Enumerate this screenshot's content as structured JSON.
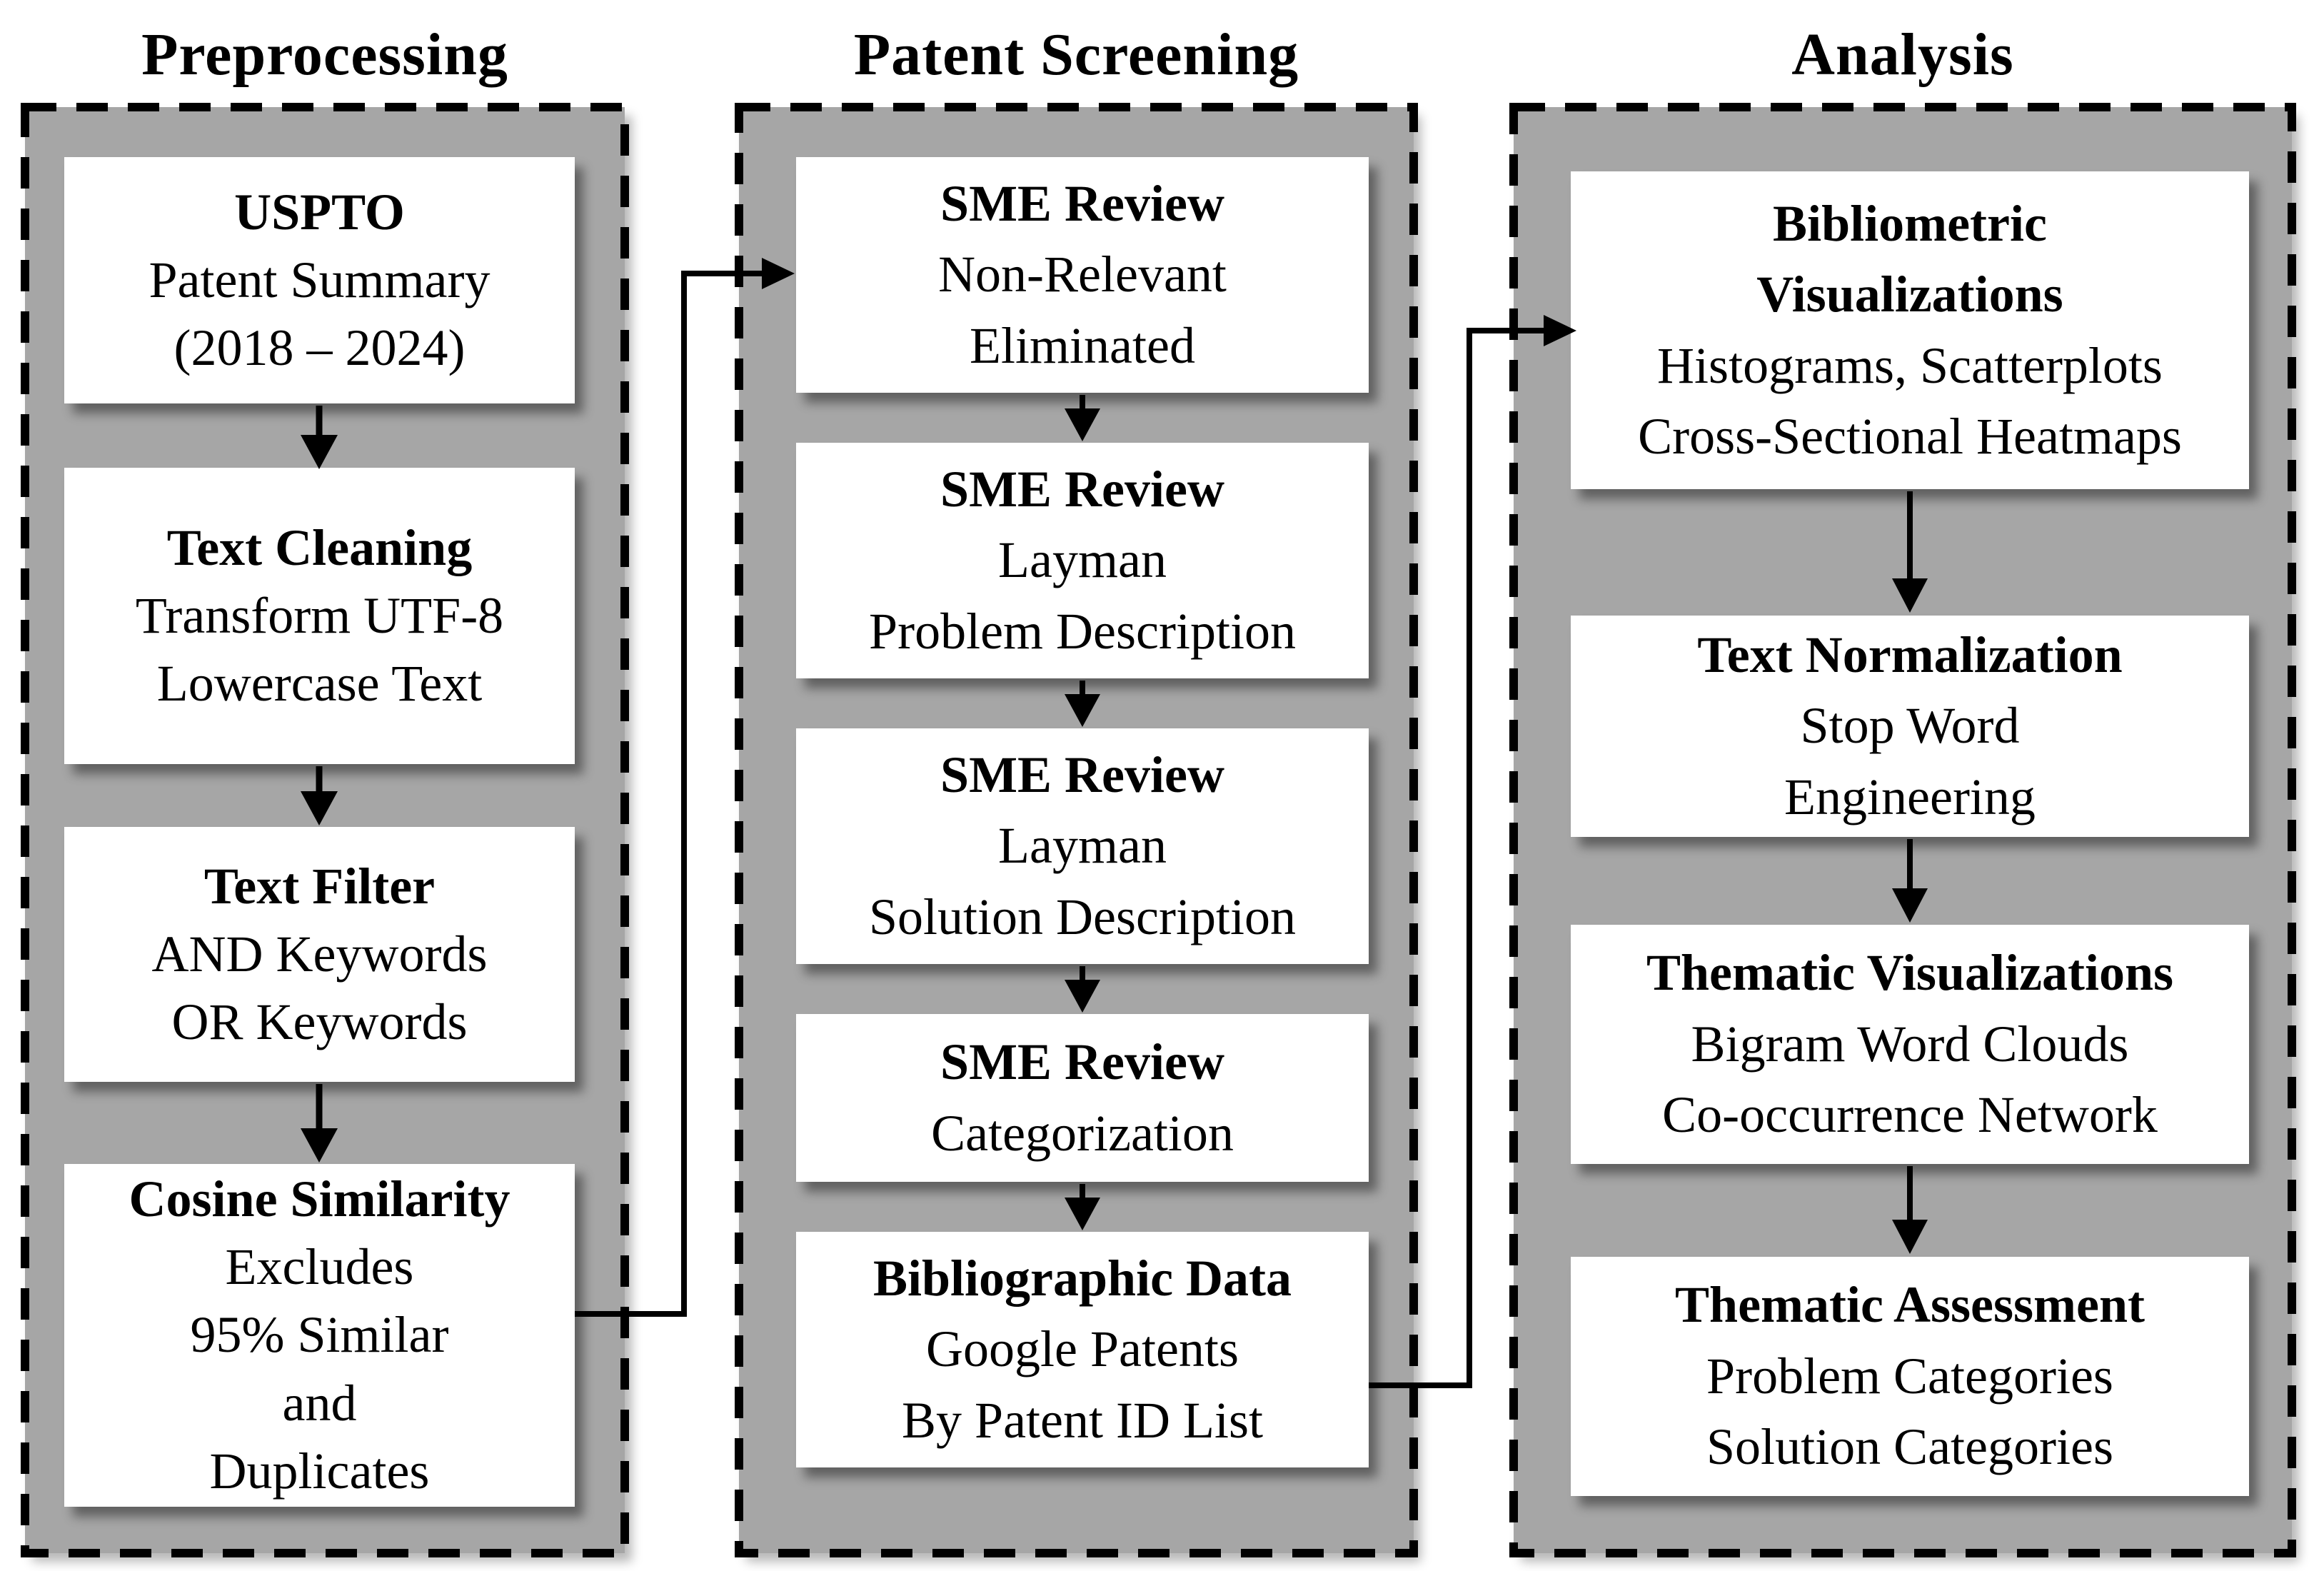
{
  "colors": {
    "container_fill": "#a6a6a6",
    "box_fill": "#ffffff",
    "line_color": "#000000",
    "page_background": "#ffffff"
  },
  "columns": [
    {
      "title": "Preprocessing",
      "boxes": [
        {
          "lines": [
            "USPTO",
            "Patent Summary",
            "(2018 – 2024)"
          ]
        },
        {
          "lines": [
            "Text Cleaning",
            "Transform UTF-8",
            "Lowercase Text"
          ]
        },
        {
          "lines": [
            "Text Filter",
            "AND Keywords",
            "OR Keywords"
          ]
        },
        {
          "lines": [
            "Cosine Similarity",
            "Excludes",
            "95% Similar",
            "and",
            "Duplicates"
          ]
        }
      ]
    },
    {
      "title": "Patent Screening",
      "boxes": [
        {
          "lines": [
            "SME Review",
            "Non-Relevant",
            "Eliminated"
          ]
        },
        {
          "lines": [
            "SME Review",
            "Layman",
            "Problem Description"
          ]
        },
        {
          "lines": [
            "SME Review",
            "Layman",
            "Solution Description"
          ]
        },
        {
          "lines": [
            "SME Review",
            "Categorization"
          ]
        },
        {
          "lines": [
            "Bibliographic Data",
            "Google Patents",
            "By Patent ID List"
          ]
        }
      ]
    },
    {
      "title": "Analysis",
      "boxes": [
        {
          "lines": [
            "Bibliometric",
            "Visualizations",
            "Histograms, Scatterplots",
            "Cross-Sectional Heatmaps"
          ]
        },
        {
          "lines": [
            "Text Normalization",
            "Stop Word",
            "Engineering"
          ]
        },
        {
          "lines": [
            "Thematic Visualizations",
            "Bigram Word Clouds",
            "Co-occurrence Network"
          ]
        },
        {
          "lines": [
            "Thematic Assessment",
            "Problem Categories",
            "Solution Categories"
          ]
        }
      ]
    }
  ]
}
